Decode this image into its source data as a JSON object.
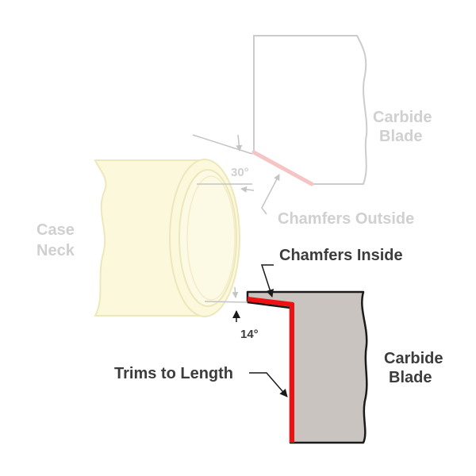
{
  "labels": {
    "top_blade": [
      "Carbide",
      "Blade"
    ],
    "bottom_blade": [
      "Carbide",
      "Blade"
    ],
    "case_neck": [
      "Case",
      "Neck"
    ],
    "angle_outside": "30°",
    "angle_inside": "14°",
    "chamfers_outside": "Chamfers Outside",
    "chamfers_inside": "Chamfers Inside",
    "trims_to_length": "Trims to Length"
  },
  "colors": {
    "case_neck_fill": "#fbf6cf",
    "case_neck_stroke": "#e8dfa6",
    "blade_faded_fill": "#ffffff",
    "blade_faded_stroke": "#cccccc",
    "blade_fill": "#c9c4bf",
    "blade_stroke": "#1a1a1a",
    "cut_edge": "#ee1111",
    "outside_chamfer": "#f5c4c4"
  }
}
